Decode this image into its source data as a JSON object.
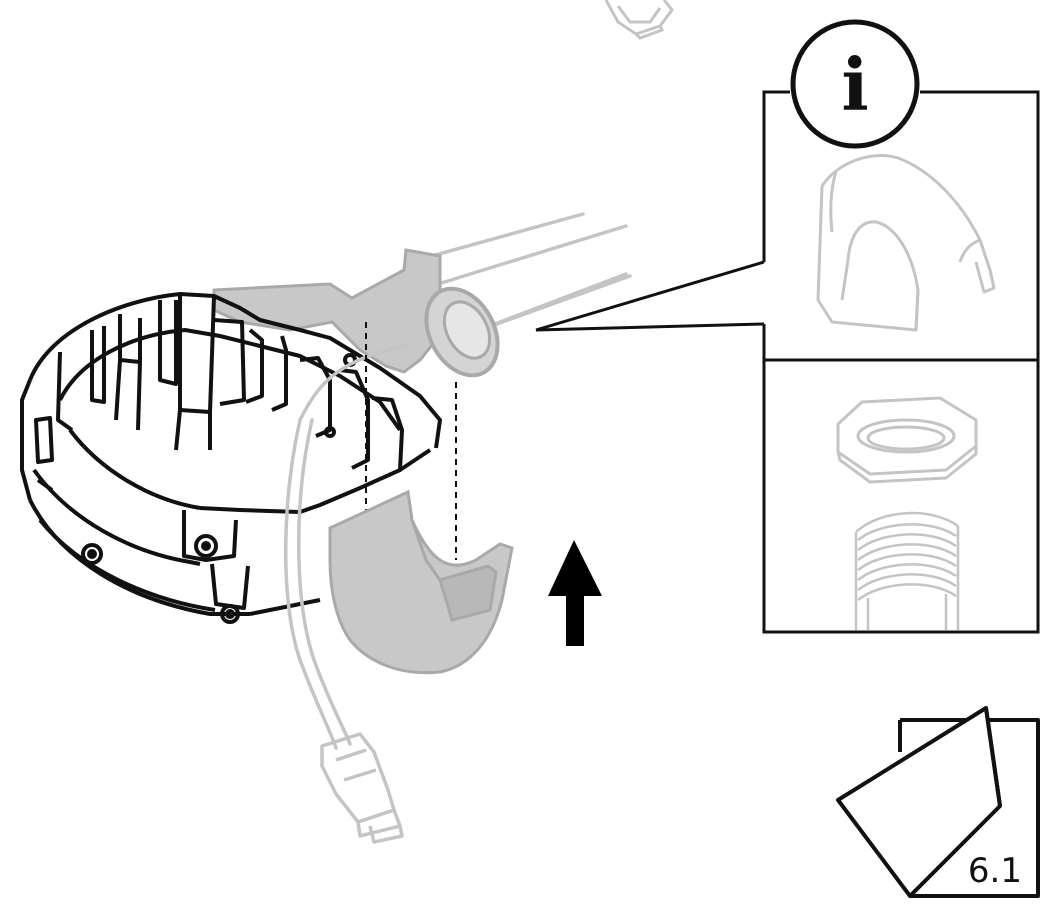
{
  "info_callout": {
    "symbol": "i",
    "icon": "info-icon"
  },
  "page_reference": {
    "label": "6.1",
    "icon": "page-turn-icon"
  },
  "direction_arrow": {
    "icon": "arrow-up-icon",
    "direction": "up"
  },
  "colors": {
    "line": "#111111",
    "faded_line": "#c4c4c4",
    "highlight_fill": "#c8c8c8",
    "arrow": "#000000",
    "background": "#ffffff"
  }
}
